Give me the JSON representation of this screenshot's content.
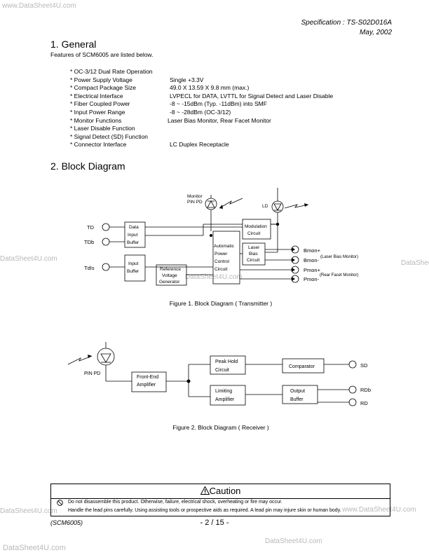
{
  "watermarks": {
    "top_left": "www.DataSheet4U.com",
    "left_mid": "DataSheet4U.com",
    "right_mid": "DataSheet",
    "center_mid": "DataSheet4U.com",
    "left_bottom": "DataSheet4U.com",
    "right_bottom": "www.DataSheet4U.com",
    "bottom_left": "DataSheet4U.com",
    "bottom_right": "DataSheet4U.com"
  },
  "header": {
    "spec_id": "Specification : TS-S02D016A",
    "date": "May, 2002"
  },
  "section1": {
    "title": "1. General",
    "intro": "Features of SCM6005 are listed below.",
    "features": [
      {
        "name": "* OC-3/12 Dual Rate Operation",
        "value": ""
      },
      {
        "name": "* Power Supply Voltage",
        "value": "Single +3.3V"
      },
      {
        "name": "* Compact Package Size",
        "value": "49.0 X 13.59 X 9.8 mm (max.)"
      },
      {
        "name": "* Electrical Interface",
        "value": "LVPECL for DATA, LVTTL for Signal Detect and Laser Disable"
      },
      {
        "name": "* Fiber Coupled Power",
        "value": "-8 ~ -15dBm (Typ. -11dBm) into SMF"
      },
      {
        "name": "* Input Power Range",
        "value": "-8 ~ -28dBm (OC-3/12)"
      },
      {
        "name": "* Monitor Functions",
        "value": "Laser Bias Monitor, Rear Facet Monitor"
      },
      {
        "name": "* Laser Disable Function",
        "value": ""
      },
      {
        "name": "* Signal Detect (SD) Function",
        "value": ""
      },
      {
        "name": "* Connector Interface",
        "value": "LC Duplex Receptacle"
      }
    ]
  },
  "section2": {
    "title": "2. Block Diagram"
  },
  "tx_diagram": {
    "monitor_pd": [
      "Monitor",
      "PIN PD"
    ],
    "ld": "LD",
    "inputs": [
      "TD",
      "TDb",
      "TdIs"
    ],
    "data_input_buffer": [
      "Data",
      "Input",
      "Buffer"
    ],
    "input_buffer": [
      "Input",
      "Buffer"
    ],
    "reference_voltage_generator": [
      "Reference",
      "Voltage",
      "Generator"
    ],
    "automatic_power_control": [
      "Automatic",
      "Power",
      "Control",
      "Circuit"
    ],
    "modulation_circuit": [
      "Modulation",
      "Circuit"
    ],
    "laser_bias_circuit": [
      "Laser",
      "Bias",
      "Circuit"
    ],
    "outputs": [
      "Bmon+",
      "Bmon-",
      "Pmon+",
      "Pmon-"
    ],
    "laser_bias_monitor_note": "(Laser Bias Monitor)",
    "rear_facet_monitor_note": "(Rear Facet Monitor)",
    "caption": "Figure 1. Block Diagram ( Transmitter )"
  },
  "rx_diagram": {
    "pin_pd": "PIN PD",
    "front_end_amplifier": [
      "Front-End",
      "Amplifier"
    ],
    "peak_hold_circuit": [
      "Peak Hold",
      "Circuit"
    ],
    "limiting_amplifier": [
      "Limiting",
      "Amplifier"
    ],
    "comparator": "Comparator",
    "output_buffer": [
      "Output",
      "Buffer"
    ],
    "outputs": [
      "SD",
      "RDb",
      "RD"
    ],
    "caption": "Figure 2. Block Diagram ( Receiver )"
  },
  "caution": {
    "title": "Caution",
    "line1": "Do not disassemble this product. Otherwise, failure, electrical shock, overheating or fire may occur.",
    "line2": "Handle the lead pins carefully. Using assisting tools or prospective aids as required. A lead pin may injure skin or human body."
  },
  "footer": {
    "model": "(SCM6005)",
    "page": "- 2 / 15 -"
  }
}
